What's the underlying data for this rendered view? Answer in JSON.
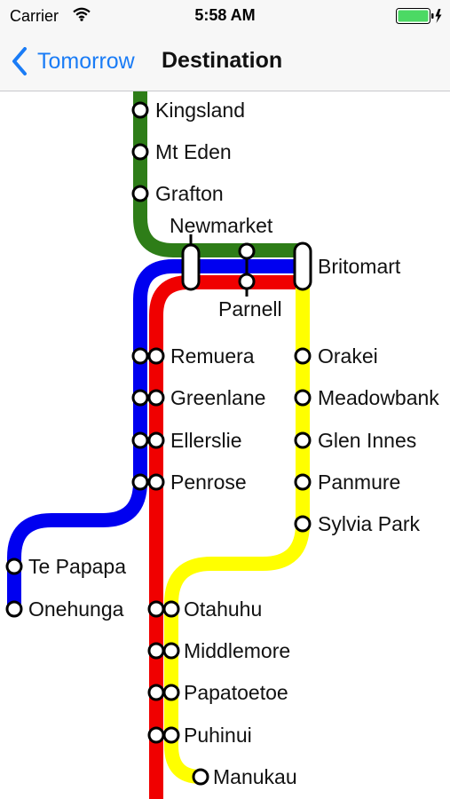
{
  "status_bar": {
    "carrier": "Carrier",
    "time": "5:58 AM",
    "battery_color": "#4cd964"
  },
  "nav": {
    "back_label": "Tomorrow",
    "title": "Destination",
    "accent_color": "#1a7cf6",
    "back_icon": "chevron-left-icon"
  },
  "lines": {
    "western": "#2e7d18",
    "onehunga": "#0000f0",
    "southern": "#f00000",
    "eastern": "#ffff00"
  },
  "stations": {
    "kingsland": "Kingsland",
    "mt_eden": "Mt Eden",
    "grafton": "Grafton",
    "newmarket": "Newmarket",
    "britomart": "Britomart",
    "parnell": "Parnell",
    "remuera": "Remuera",
    "greenlane": "Greenlane",
    "ellerslie": "Ellerslie",
    "penrose": "Penrose",
    "orakei": "Orakei",
    "meadowbank": "Meadowbank",
    "glen_innes": "Glen Innes",
    "panmure": "Panmure",
    "sylvia_park": "Sylvia Park",
    "te_papapa": "Te Papapa",
    "onehunga": "Onehunga",
    "otahuhu": "Otahuhu",
    "middlemore": "Middlemore",
    "papatoetoe": "Papatoetoe",
    "puhinui": "Puhinui",
    "manukau": "Manukau"
  }
}
